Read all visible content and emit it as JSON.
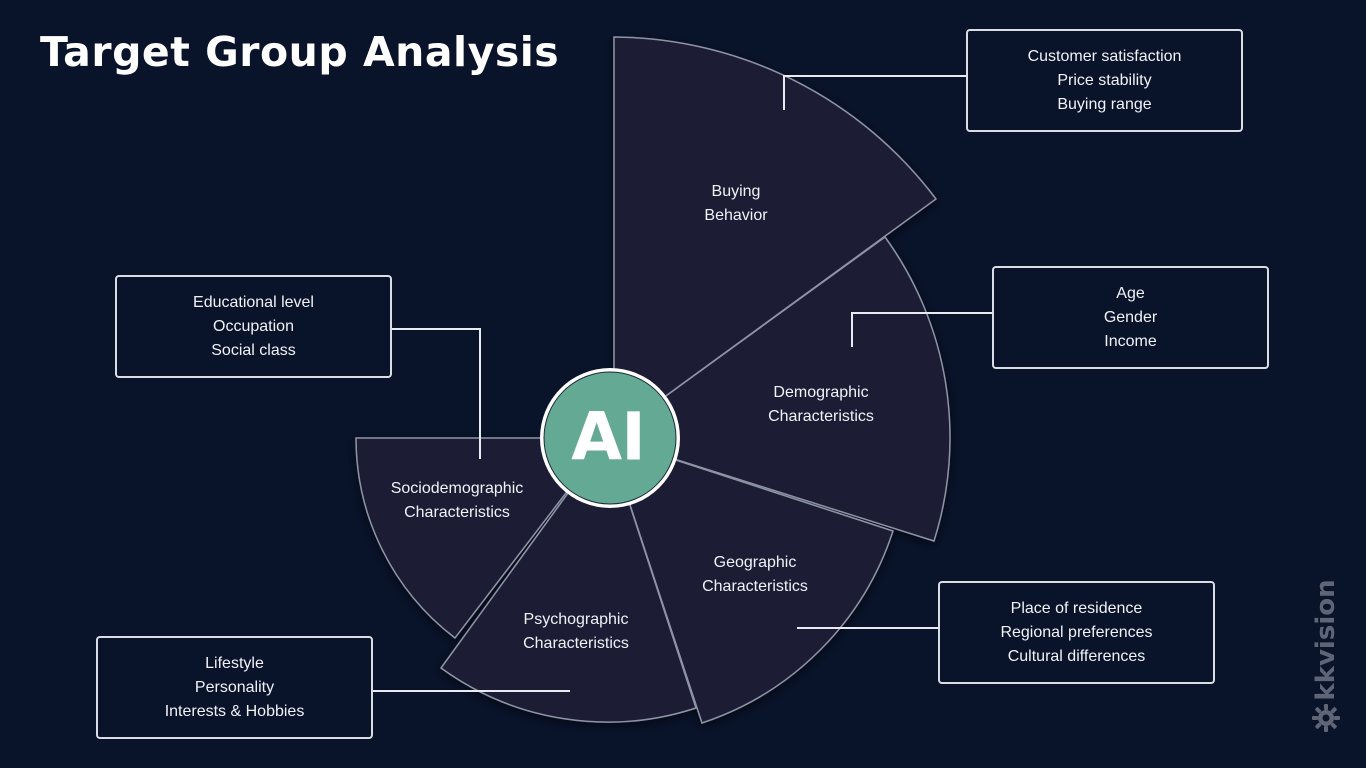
{
  "title": "Target Group Analysis",
  "center": {
    "label": "AI",
    "color": "#64a994"
  },
  "segments": {
    "buying": {
      "line1": "Buying",
      "line2": "Behavior"
    },
    "demographic": {
      "line1": "Demographic",
      "line2": "Characteristics"
    },
    "geographic": {
      "line1": "Geographic",
      "line2": "Characteristics"
    },
    "psychographic": {
      "line1": "Psychographic",
      "line2": "Characteristics"
    },
    "sociodemographic": {
      "line1": "Sociodemographic",
      "line2": "Characteristics"
    }
  },
  "boxes": {
    "buying": [
      "Customer satisfaction",
      "Price stability",
      "Buying range"
    ],
    "demographic": [
      "Age",
      "Gender",
      "Income"
    ],
    "geographic": [
      "Place of residence",
      "Regional preferences",
      "Cultural differences"
    ],
    "psychographic": [
      "Lifestyle",
      "Personality",
      "Interests & Hobbies"
    ],
    "sociodemographic": [
      "Educational level",
      "Occupation",
      "Social class"
    ]
  },
  "brand": {
    "name": "kkvision",
    "icon": "gear-icon"
  },
  "colors": {
    "background": "#09132a",
    "segment_fill": "#1b1f35",
    "segment_stroke": "#8e94a6",
    "box_stroke": "#d9dde6"
  }
}
